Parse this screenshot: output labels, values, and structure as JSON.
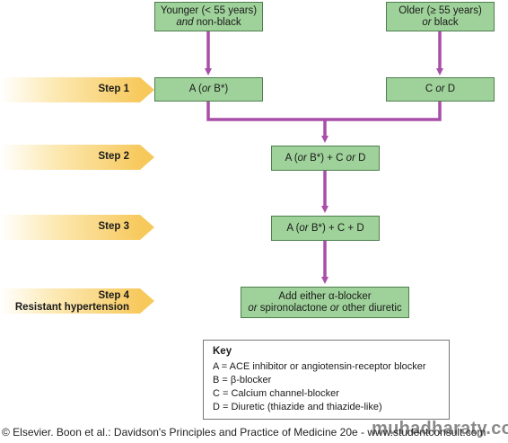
{
  "top_boxes": {
    "left": {
      "line1": "Younger (< 55 years)",
      "line2_em": "and",
      "line2_rest": " non-black"
    },
    "right": {
      "line1": "Older (≥ 55 years)",
      "line2_em": "or",
      "line2_rest": " black"
    }
  },
  "steps": {
    "step1": {
      "label": "Step 1"
    },
    "step2": {
      "label": "Step 2"
    },
    "step3": {
      "label": "Step 3"
    },
    "step4": {
      "label": "Step 4",
      "sublabel": "Resistant hypertension"
    }
  },
  "step1_boxes": {
    "left": {
      "a": "A (",
      "em": "or",
      "b": " B*)"
    },
    "right": {
      "a": "C ",
      "em": "or",
      "b": " D"
    }
  },
  "step2_box": {
    "a": "A (",
    "em1": "or",
    "b": " B*) + C ",
    "em2": "or",
    "c": " D"
  },
  "step3_box": {
    "a": "A (",
    "em": "or",
    "b": " B*) + C + D"
  },
  "step4_box": {
    "line1": "Add either α-blocker",
    "em1": "or",
    "mid": " spironolactone ",
    "em2": "or",
    "end": " other diuretic"
  },
  "key": {
    "title": "Key",
    "items": [
      "A = ACE inhibitor or angiotensin-receptor blocker",
      "B = β-blocker",
      "C = Calcium channel-blocker",
      "D = Diuretic (thiazide and thiazide-like)"
    ]
  },
  "credit": "© Elsevier. Boon et al.: Davidson's Principles and Practice of Medicine 20e - www.studentconsult.com",
  "watermark": "muhadharaty.com",
  "colors": {
    "box_fill": "#9fd29a",
    "connector": "#a84ea8",
    "arrow": "#f7c85a"
  }
}
